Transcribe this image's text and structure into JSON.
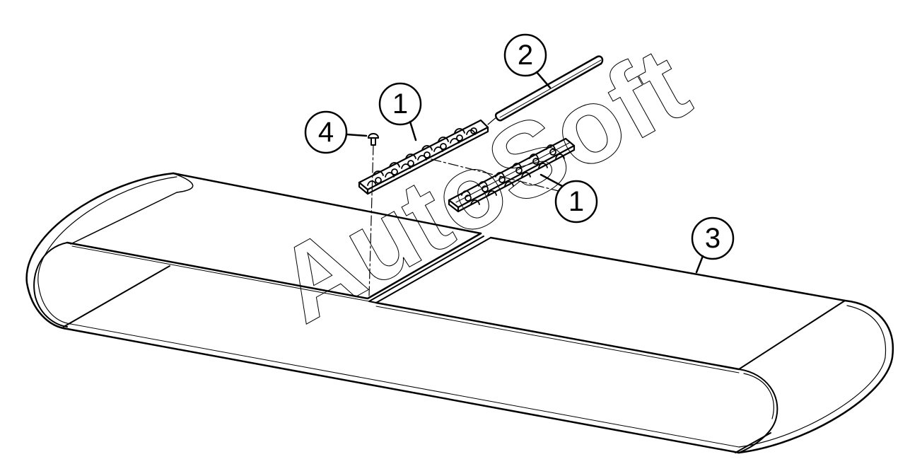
{
  "diagram": {
    "watermark": "AutoSoft",
    "callouts": [
      {
        "id": "callout-clip-left",
        "label": "1"
      },
      {
        "id": "callout-pin",
        "label": "2"
      },
      {
        "id": "callout-belt",
        "label": "3"
      },
      {
        "id": "callout-rivet",
        "label": "4"
      },
      {
        "id": "callout-clip-right",
        "label": "1"
      }
    ],
    "colors": {
      "ink": "#000000",
      "paper": "#ffffff"
    }
  }
}
